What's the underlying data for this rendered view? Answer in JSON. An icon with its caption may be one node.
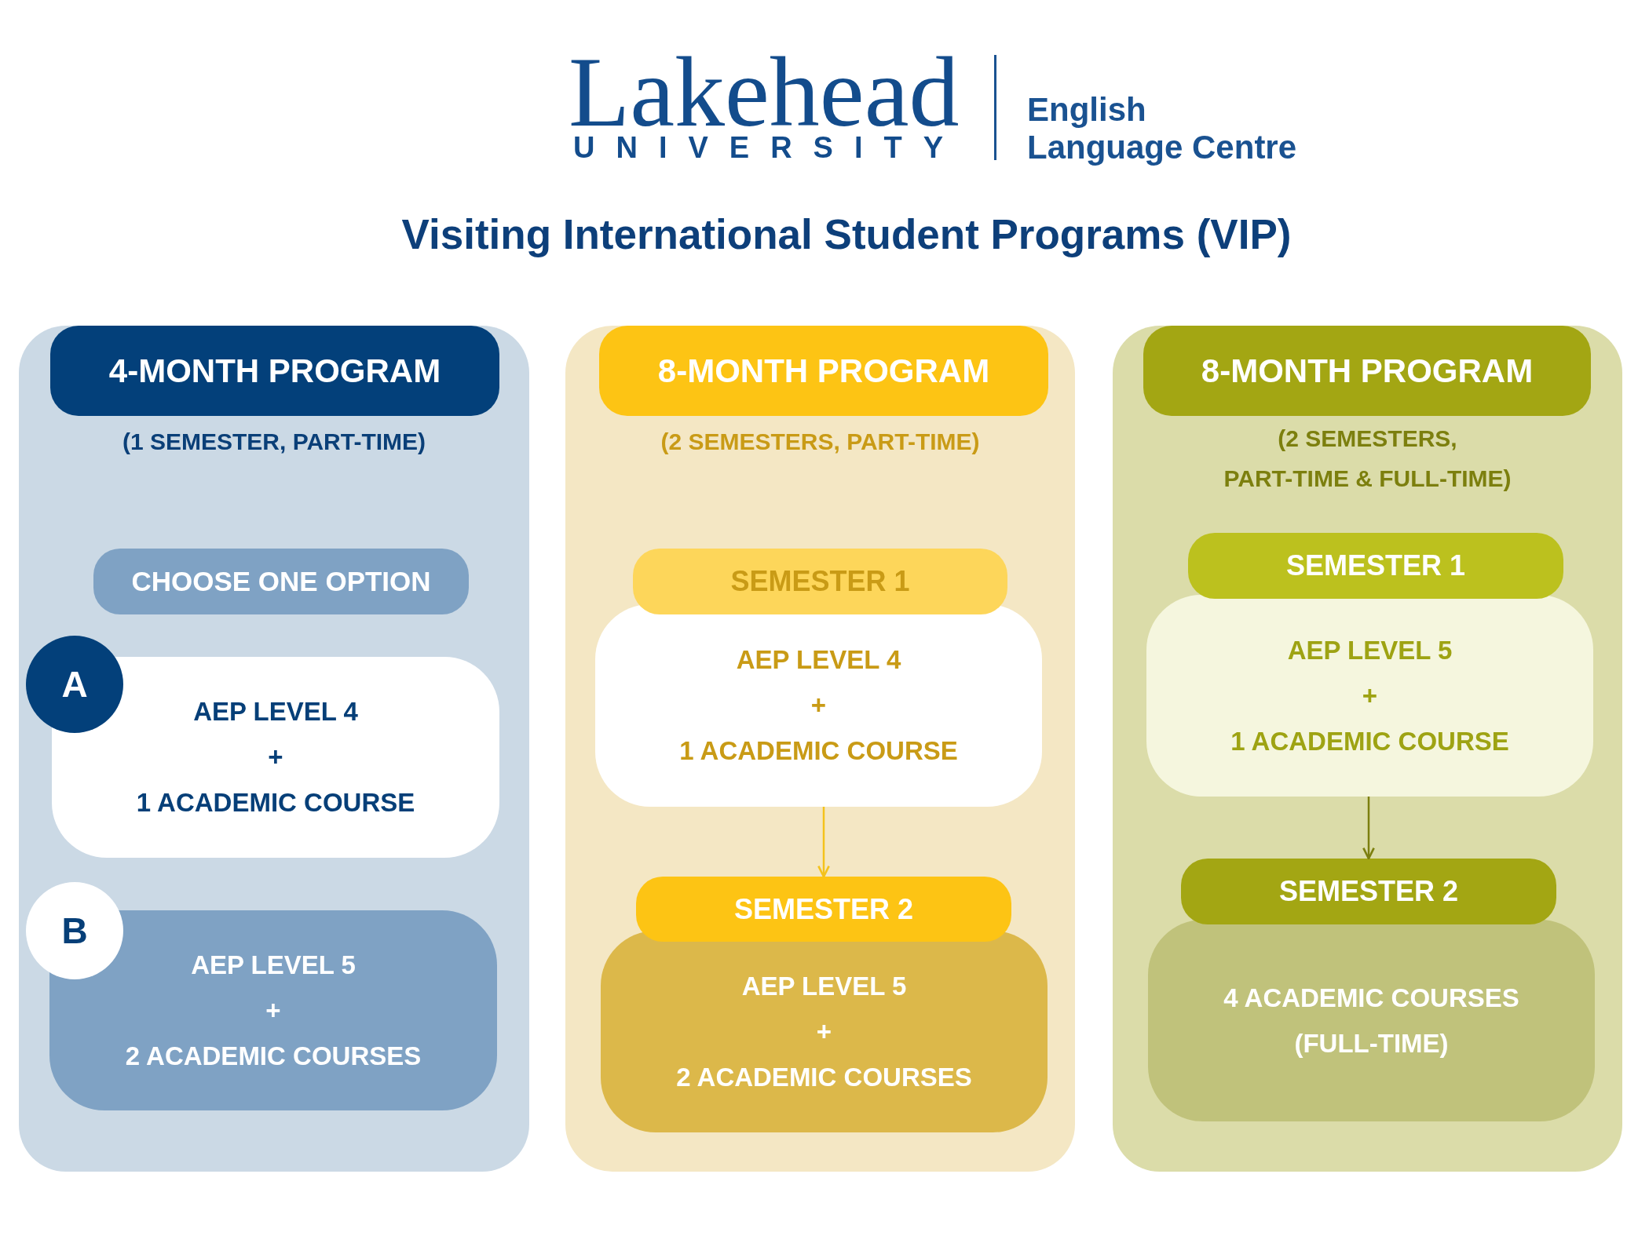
{
  "diagram": {
    "title": "Visiting International Student Programs (VIP)",
    "nodes": [
      {
        "text": [
          "4-MONTH PROGRAM",
          "(1 SEMESTER, PART-TIME)"
        ]
      },
      {
        "text": [
          "CHOOSE ONE OPTION"
        ],
        "in": 0
      },
      {
        "text": [
          "A"
        ],
        "in": 0
      },
      {
        "text": [
          "AEP LEVEL 4",
          "+",
          "1 ACADEMIC COURSE"
        ],
        "in": 0
      },
      {
        "text": [
          "B"
        ],
        "in": 0
      },
      {
        "text": [
          "AEP LEVEL 5",
          "+",
          "2 ACADEMIC COURSES"
        ],
        "in": 0
      },
      {
        "text": [
          "8-MONTH PROGRAM",
          "(2 SEMESTERS, PART-TIME)"
        ]
      },
      {
        "text": [
          "SEMESTER 1"
        ],
        "in": 6
      },
      {
        "text": [
          "AEP LEVEL 4",
          "+",
          "1 ACADEMIC COURSE"
        ],
        "in": 6
      },
      {
        "text": [
          "SEMESTER 2"
        ],
        "in": 6
      },
      {
        "text": [
          "AEP LEVEL 5",
          "+",
          "2 ACADEMIC COURSES"
        ],
        "in": 6
      },
      {
        "text": [
          "8-MONTH PROGRAM",
          "(2 SEMESTERS, PART-TIME & FULL-TIME)"
        ]
      },
      {
        "text": [
          "SEMESTER 1"
        ],
        "in": 11
      },
      {
        "text": [
          "AEP LEVEL 5",
          "+",
          "1 ACADEMIC COURSE"
        ],
        "in": 11
      },
      {
        "text": [
          "SEMESTER 2"
        ],
        "in": 11
      },
      {
        "text": [
          "4 ACADEMIC COURSES (FULL-TIME)"
        ],
        "in": 11
      }
    ],
    "edges": [
      {
        "from": 8,
        "to": 9,
        "arrow": "to",
        "color": "#f4c21c"
      },
      {
        "from": 13,
        "to": 14,
        "arrow": "to",
        "color": "#7c7f0e"
      }
    ],
    "labels": [
      "Lakehead",
      "UNIVERSITY",
      "English Language Centre"
    ]
  }
}
